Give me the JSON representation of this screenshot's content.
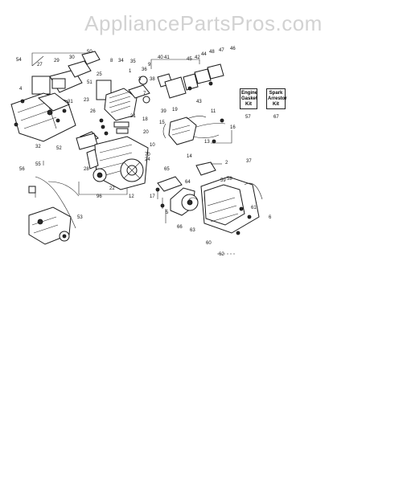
{
  "watermark": "AppliancePartsPros.com",
  "kits": [
    {
      "label": "Engine Gasket Kit",
      "number": "57"
    },
    {
      "label": "Spark Arrestor Kit",
      "number": "67"
    }
  ],
  "callouts": [
    "54",
    "29",
    "27",
    "30",
    "50",
    "8",
    "34",
    "25",
    "31",
    "4",
    "3",
    "1",
    "51",
    "40",
    "9",
    "41",
    "39",
    "45",
    "42",
    "44",
    "48",
    "46",
    "47",
    "43",
    "19",
    "7",
    "38",
    "18",
    "23",
    "26",
    "21",
    "55",
    "22",
    "32",
    "52",
    "53",
    "60",
    "96",
    "12",
    "28",
    "11",
    "15",
    "13",
    "14",
    "16",
    "24",
    "2",
    "10",
    "70",
    "6",
    "65",
    "64",
    "17",
    "5",
    "66",
    "58",
    "37",
    "56",
    "59",
    "61",
    "36",
    "35",
    "63",
    "62",
    "20"
  ]
}
